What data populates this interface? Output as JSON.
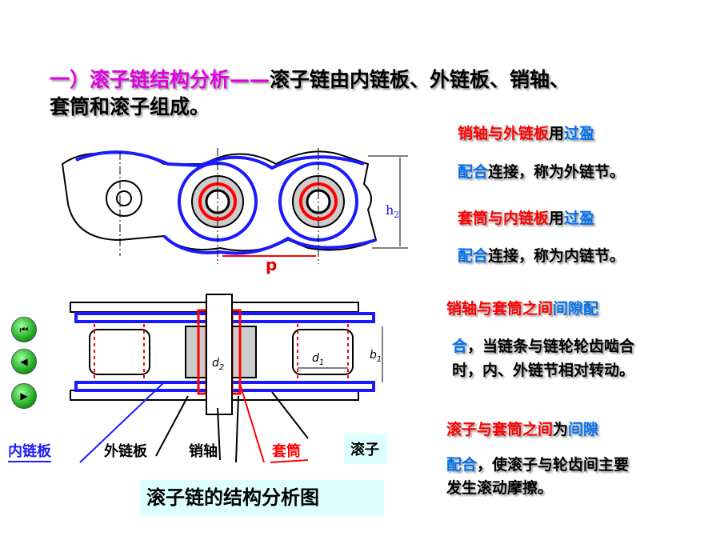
{
  "title": {
    "part1": "一）滚子链结构分析——",
    "part2": "滚子链由内链板、外链板、销轴、",
    "line2": "套筒和滚子组成。"
  },
  "notes": [
    {
      "a": "销轴与外链板",
      "b": "用",
      "c": "过盈",
      "d": "配合",
      "e": "连接，称为外链节。"
    },
    {
      "a": "套筒与内链板",
      "b": "用",
      "c": "过盈",
      "d": "配合",
      "e": "连接，称为内链节。"
    },
    {
      "a": "销轴与套筒之间",
      "c": "间隙配",
      "d": "合",
      "e": "，当链条与链轮轮齿啮合",
      "f": "时，内、外链节相对转动。"
    },
    {
      "a": "滚子与套筒之间",
      "b": "为",
      "c": "间隙",
      "d": "配合",
      "e": "，使滚子与轮齿间主要",
      "f": "发生滚动摩擦。"
    }
  ],
  "diagram": {
    "h2": "h",
    "h2_sub": "2",
    "p": "p",
    "d2": "d",
    "d2_sub": "2",
    "d1": "d",
    "d1_sub": "1",
    "b1": "b",
    "b1_sub": "1"
  },
  "labels": {
    "inner_plate": "内链板",
    "outer_plate": "外链板",
    "pin": "销轴",
    "bushing": "套筒",
    "roller": "滚子"
  },
  "caption": "滚子链的结构分析图",
  "nav": {
    "first": "⏮",
    "prev": "◀",
    "next": "▶"
  }
}
